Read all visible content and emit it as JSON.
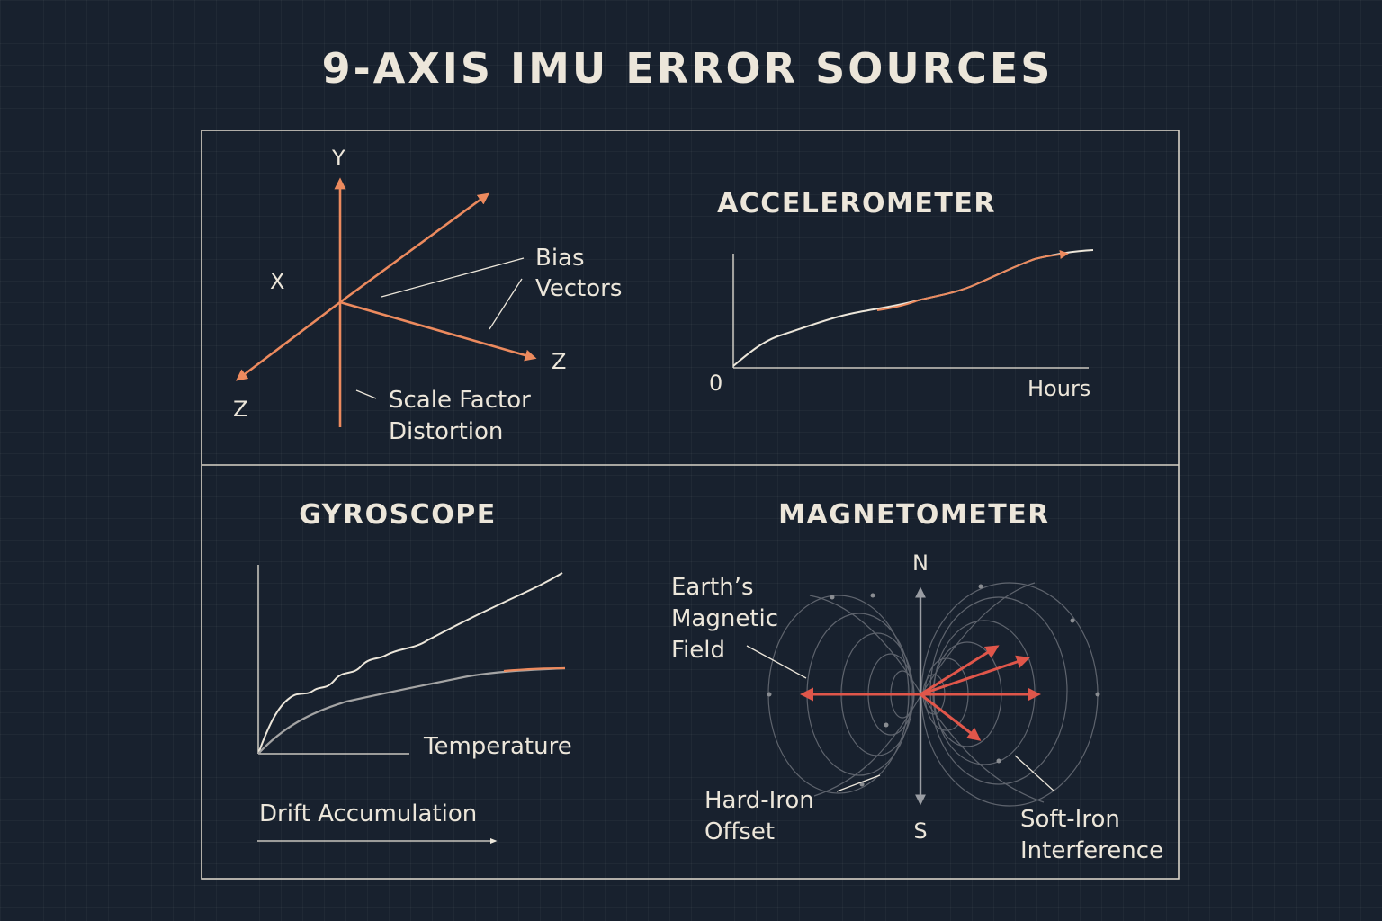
{
  "title": "9-AXIS IMU ERROR SOURCES",
  "colors": {
    "background": "#18212e",
    "text": "#ece6da",
    "accent_orange": "#ec8a5e",
    "accent_red": "#e0564a",
    "panel_border": "#d8d2c6"
  },
  "bias_panel": {
    "axis_y": "Y",
    "axis_x": "X",
    "axis_z_right": "Z",
    "axis_z_left": "Z",
    "bias_line1": "Bias",
    "bias_line2": "Vectors",
    "scale_line1": "Scale Factor",
    "scale_line2": "Distortion"
  },
  "accelerometer": {
    "heading": "ACCELEROMETER",
    "origin_label": "0",
    "x_label": "Hours"
  },
  "gyroscope": {
    "heading": "GYROSCOPE",
    "temperature_label": "Temperature",
    "drift_label": "Drift Accumulation"
  },
  "magnetometer": {
    "heading": "MAGNETOMETER",
    "north": "N",
    "south": "S",
    "earth_line1": "Earth’s",
    "earth_line2": "Magnetic",
    "earth_line3": "Field",
    "hard_line1": "Hard-Iron",
    "hard_line2": "Offset",
    "soft_line1": "Soft-Iron",
    "soft_line2": "Interference"
  }
}
